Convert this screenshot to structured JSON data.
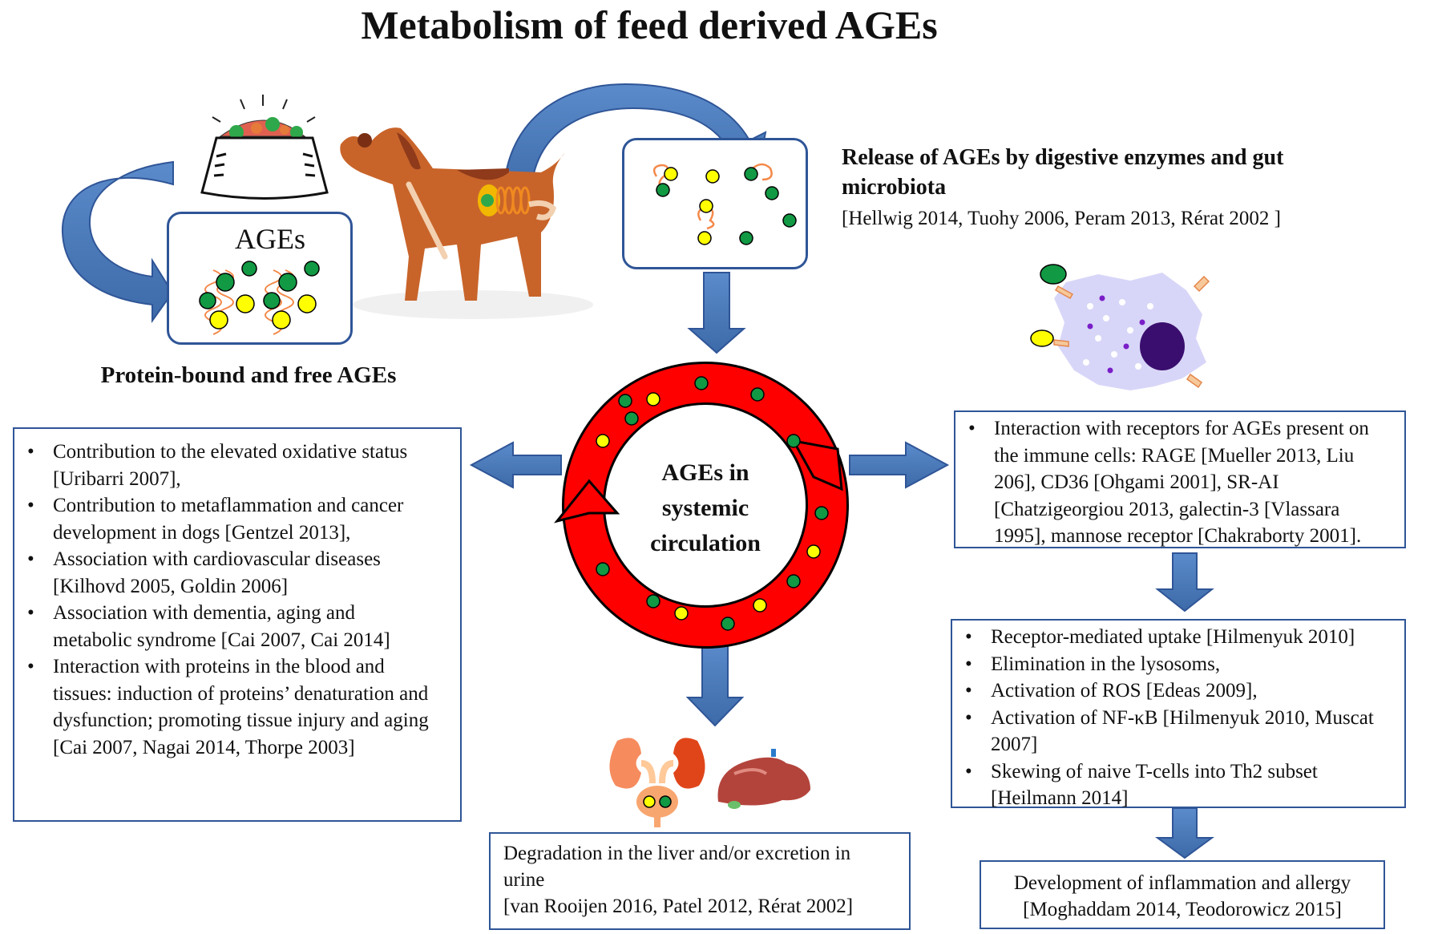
{
  "title": "Metabolism of feed derived AGEs",
  "feed": {
    "box_label": "AGEs",
    "caption": "Protein-bound and free AGEs"
  },
  "digestion": {
    "heading": "Release of AGEs by digestive enzymes and gut microbiota",
    "refs": "[Hellwig 2014, Tuohy 2006, Peram 2013, Rérat 2002 ]"
  },
  "circulation": {
    "label_lines": [
      "AGEs in",
      "systemic",
      "circulation"
    ]
  },
  "effects_left": {
    "items": [
      "Contribution to the elevated oxidative status [Uribarri 2007],",
      "Contribution to metaflammation and cancer development in dogs [Gentzel 2013],",
      "Association with cardiovascular diseases [Kilhovd 2005, Goldin 2006]",
      "Association with dementia, aging and metabolic syndrome [Cai 2007, Cai 2014]",
      "Interaction with proteins in the blood and tissues: induction of proteins’ denaturation and dysfunction; promoting tissue injury and aging [Cai 2007, Nagai 2014, Thorpe 2003]"
    ]
  },
  "receptors": {
    "items": [
      "Interaction with receptors for AGEs present on the immune cells: RAGE [Mueller 2013, Liu 206], CD36 [Ohgami 2001], SR-AI [Chatzigeorgiou 2013, galectin-3 [Vlassara 1995], mannose receptor [Chakraborty 2001]."
    ]
  },
  "uptake": {
    "items": [
      "Receptor-mediated uptake [Hilmenyuk 2010]",
      "Elimination in the lysosoms,",
      "Activation of ROS [Edeas 2009],",
      "Activation of NF-κB [Hilmenyuk 2010, Muscat 2007]",
      "Skewing of naive T-cells into Th2 subset [Heilmann 2014]"
    ]
  },
  "inflammation": {
    "text": "Development of inflammation and allergy",
    "refs": "[Moghaddam 2014, Teodorowicz 2015]"
  },
  "excretion": {
    "text": "Degradation in the liver and/or excretion in urine",
    "refs": "[van Rooijen 2016, Patel 2012, Rérat 2002]"
  },
  "colors": {
    "arrow": "#4a7ab8",
    "arrow_border": "#2f5597",
    "ring": "#ff0000",
    "age_green": "#119944",
    "age_yellow": "#ffff00",
    "protein": "#f4894a",
    "dog": "#c8642a"
  }
}
